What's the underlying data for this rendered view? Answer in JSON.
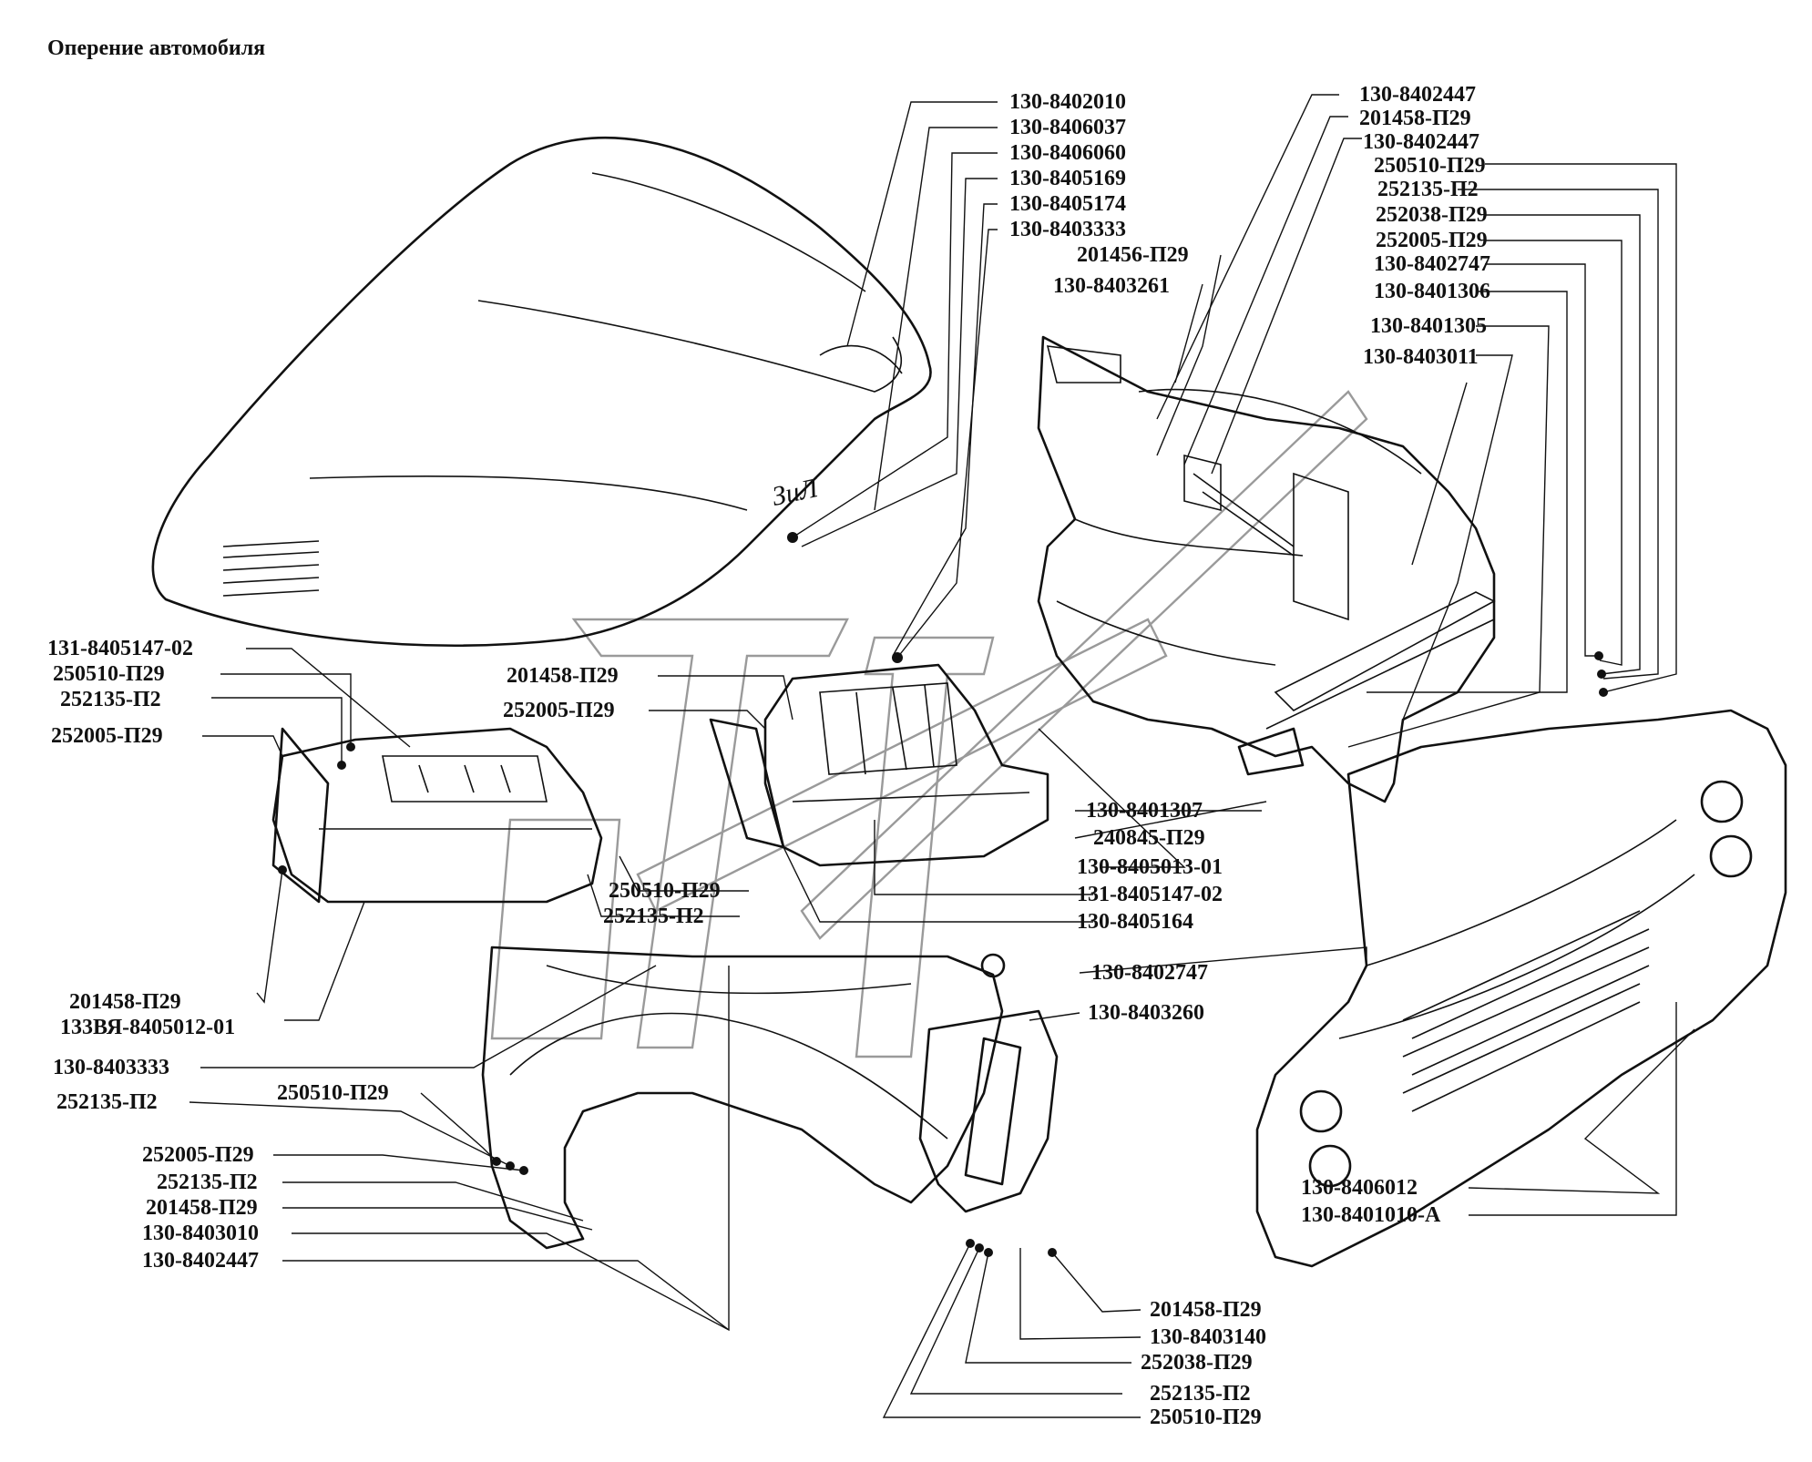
{
  "title": "Оперение автомобиля",
  "callouts": [
    {
      "id": "c1",
      "text": "130-8402010"
    },
    {
      "id": "c2",
      "text": "130-8406037"
    },
    {
      "id": "c3",
      "text": "130-8406060"
    },
    {
      "id": "c4",
      "text": "130-8405169"
    },
    {
      "id": "c5",
      "text": "130-8405174"
    },
    {
      "id": "c6",
      "text": "130-8403333"
    },
    {
      "id": "c7",
      "text": "201456-П29"
    },
    {
      "id": "c8",
      "text": "130-8403261"
    },
    {
      "id": "c9",
      "text": "130-8402447"
    },
    {
      "id": "c10",
      "text": "201458-П29"
    },
    {
      "id": "c11",
      "text": "130-8402447"
    },
    {
      "id": "c12",
      "text": "250510-П29"
    },
    {
      "id": "c13",
      "text": "252135-П2"
    },
    {
      "id": "c14",
      "text": "252038-П29"
    },
    {
      "id": "c15",
      "text": "252005-П29"
    },
    {
      "id": "c16",
      "text": "130-8402747"
    },
    {
      "id": "c17",
      "text": "130-8401306"
    },
    {
      "id": "c18",
      "text": "130-8401305"
    },
    {
      "id": "c19",
      "text": "130-8403011"
    },
    {
      "id": "c20",
      "text": "131-8405147-02"
    },
    {
      "id": "c21",
      "text": "250510-П29"
    },
    {
      "id": "c22",
      "text": "252135-П2"
    },
    {
      "id": "c23",
      "text": "252005-П29"
    },
    {
      "id": "c24",
      "text": "201458-П29"
    },
    {
      "id": "c25",
      "text": "252005-П29"
    },
    {
      "id": "c26",
      "text": "130-8401307"
    },
    {
      "id": "c27",
      "text": "240845-П29"
    },
    {
      "id": "c28",
      "text": "130-8405013-01"
    },
    {
      "id": "c29",
      "text": "131-8405147-02"
    },
    {
      "id": "c30",
      "text": "130-8405164"
    },
    {
      "id": "c31",
      "text": "250510-П29"
    },
    {
      "id": "c32",
      "text": "252135-П2"
    },
    {
      "id": "c33",
      "text": "130-8402747"
    },
    {
      "id": "c34",
      "text": "130-8403260"
    },
    {
      "id": "c35",
      "text": "201458-П29"
    },
    {
      "id": "c36",
      "text": "133ВЯ-8405012-01"
    },
    {
      "id": "c37",
      "text": "130-8403333"
    },
    {
      "id": "c38",
      "text": "250510-П29"
    },
    {
      "id": "c39",
      "text": "252135-П2"
    },
    {
      "id": "c40",
      "text": "252005-П29"
    },
    {
      "id": "c41",
      "text": "252135-П2"
    },
    {
      "id": "c42",
      "text": "201458-П29"
    },
    {
      "id": "c43",
      "text": "130-8403010"
    },
    {
      "id": "c44",
      "text": "130-8402447"
    },
    {
      "id": "c45",
      "text": "130-8406012"
    },
    {
      "id": "c46",
      "text": "130-8401010-А"
    },
    {
      "id": "c47",
      "text": "201458-П29"
    },
    {
      "id": "c48",
      "text": "130-8403140"
    },
    {
      "id": "c49",
      "text": "252038-П29"
    },
    {
      "id": "c50",
      "text": "252135-П2"
    },
    {
      "id": "c51",
      "text": "250510-П29"
    }
  ]
}
